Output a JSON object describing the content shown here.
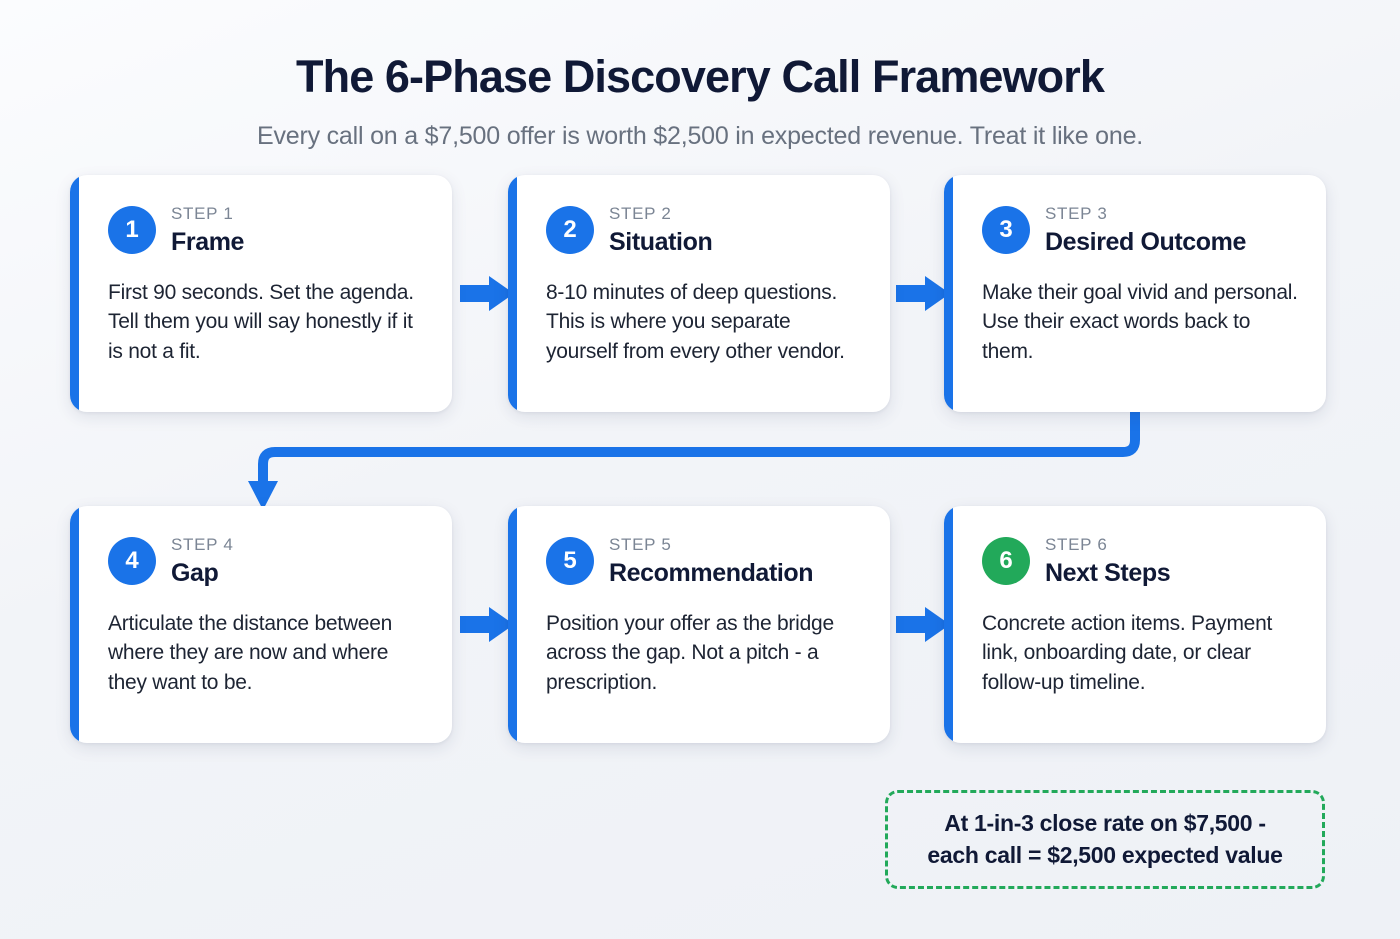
{
  "header": {
    "title": "The 6-Phase Discovery Call Framework",
    "subtitle": "Every call on a $7,500 offer is worth $2,500 in expected revenue. Treat it like one."
  },
  "colors": {
    "accent_blue": "#1a73e8",
    "accent_green": "#22a95a",
    "title_navy": "#101936",
    "subtitle_gray": "#68717f",
    "step_label_gray": "#7b8594",
    "card_white": "#ffffff",
    "background": "#f2f4f8"
  },
  "steps": [
    {
      "number": "1",
      "step_label": "STEP 1",
      "title": "Frame",
      "body": "First 90 seconds. Set the agenda. Tell them you will say honestly if it is not a fit.",
      "badge_color": "blue"
    },
    {
      "number": "2",
      "step_label": "STEP 2",
      "title": "Situation",
      "body": "8-10 minutes of deep questions. This is where you separate yourself from every other vendor.",
      "badge_color": "blue"
    },
    {
      "number": "3",
      "step_label": "STEP 3",
      "title": "Desired Outcome",
      "body": "Make their goal vivid and personal. Use their exact words back to them.",
      "badge_color": "blue"
    },
    {
      "number": "4",
      "step_label": "STEP 4",
      "title": "Gap",
      "body": "Articulate the distance between where they are now and where they want to be.",
      "badge_color": "blue"
    },
    {
      "number": "5",
      "step_label": "STEP 5",
      "title": "Recommendation",
      "body": "Position your offer as the bridge across the gap. Not a pitch - a prescription.",
      "badge_color": "blue"
    },
    {
      "number": "6",
      "step_label": "STEP 6",
      "title": "Next Steps",
      "body": "Concrete action items. Payment link, onboarding date, or clear follow-up timeline.",
      "badge_color": "green"
    }
  ],
  "callout": {
    "line1": "At 1-in-3 close rate on $7,500 -",
    "line2": "each call = $2,500 expected value"
  }
}
